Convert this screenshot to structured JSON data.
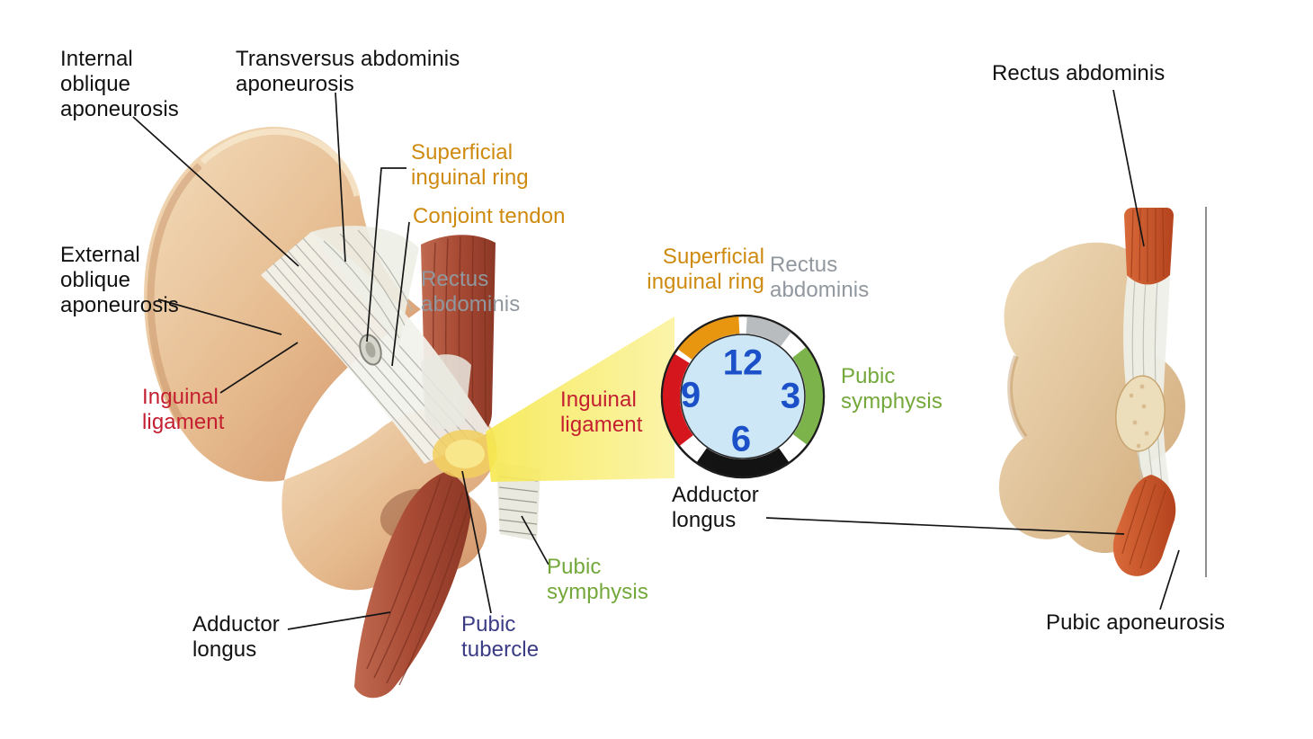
{
  "colors": {
    "black": "#111111",
    "orange": "#cf8a10",
    "red": "#c41f30",
    "green": "#74a83b",
    "navy": "#3b3b85",
    "gray": "#91979e",
    "clock_blue": "#1b50c8"
  },
  "labels": {
    "left": {
      "internal_oblique": "Internal\noblique\naponeurosis",
      "transversus": "Transversus abdominis\naponeurosis",
      "superficial_ring": "Superficial\ninguinal ring",
      "conjoint_tendon": "Conjoint tendon",
      "external_oblique": "External\noblique\naponeurosis",
      "rectus_abdominis": "Rectus\nabdominis",
      "inguinal_ligament": "Inguinal\nligament",
      "adductor_longus": "Adductor\nlongus",
      "pubic_symphysis": "Pubic\nsymphysis",
      "pubic_tubercle": "Pubic\ntubercle"
    },
    "center": {
      "superficial_ring": "Superficial\ninguinal ring",
      "rectus_abdominis": "Rectus\nabdominis",
      "inguinal_ligament": "Inguinal\nligament",
      "pubic_symphysis": "Pubic\nsymphysis",
      "adductor_longus": "Adductor\nlongus"
    },
    "right": {
      "rectus_abdominis": "Rectus abdominis",
      "pubic_aponeurosis": "Pubic aponeurosis"
    }
  },
  "clock": {
    "face_color": "#cde7f6",
    "numbers": [
      "12",
      "3",
      "6",
      "9"
    ],
    "segments": [
      {
        "name": "superficial-inguinal-ring",
        "label": "Superficial inguinal ring",
        "color": "#e8960f",
        "start_deg": 306,
        "end_deg": 357
      },
      {
        "name": "rectus-abdominis",
        "label": "Rectus abdominis",
        "color": "#b9bcbf",
        "start_deg": 3,
        "end_deg": 37
      },
      {
        "name": "pubic-symphysis",
        "label": "Pubic symphysis",
        "color": "#7cb34a",
        "start_deg": 52,
        "end_deg": 127
      },
      {
        "name": "adductor-longus",
        "label": "Adductor longus",
        "color": "#131313",
        "start_deg": 145,
        "end_deg": 215
      },
      {
        "name": "inguinal-ligament",
        "label": "Inguinal ligament",
        "color": "#d6161d",
        "start_deg": 232,
        "end_deg": 302
      }
    ]
  }
}
